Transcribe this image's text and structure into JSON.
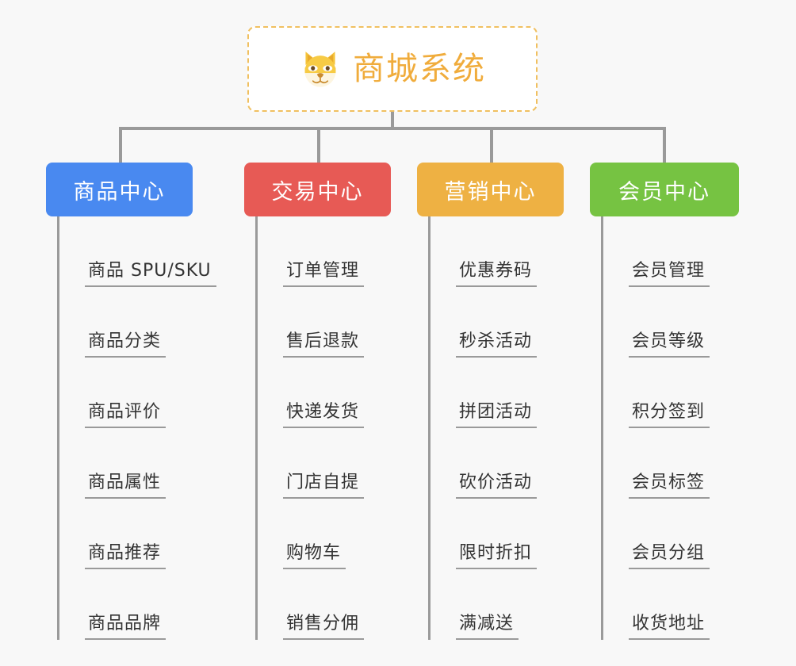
{
  "page": {
    "background_color": "#f8f8f8",
    "line_color": "#9a9a9a",
    "text_color": "#333333"
  },
  "root": {
    "title": "商城系统",
    "icon": "shiba-dog-face-emoji",
    "text_color": "#f0ac3c",
    "border_color": "#f0c060",
    "background_color": "#ffffff"
  },
  "categories": [
    {
      "label": "商品中心",
      "color": "#4989f0",
      "items": [
        "商品 SPU/SKU",
        "商品分类",
        "商品评价",
        "商品属性",
        "商品推荐",
        "商品品牌"
      ]
    },
    {
      "label": "交易中心",
      "color": "#e75a55",
      "items": [
        "订单管理",
        "售后退款",
        "快递发货",
        "门店自提",
        "购物车",
        "销售分佣"
      ]
    },
    {
      "label": "营销中心",
      "color": "#eeb143",
      "items": [
        "优惠券码",
        "秒杀活动",
        "拼团活动",
        "砍价活动",
        "限时折扣",
        "满减送"
      ]
    },
    {
      "label": "会员中心",
      "color": "#76c342",
      "items": [
        "会员管理",
        "会员等级",
        "积分签到",
        "会员标签",
        "会员分组",
        "收货地址"
      ]
    }
  ]
}
